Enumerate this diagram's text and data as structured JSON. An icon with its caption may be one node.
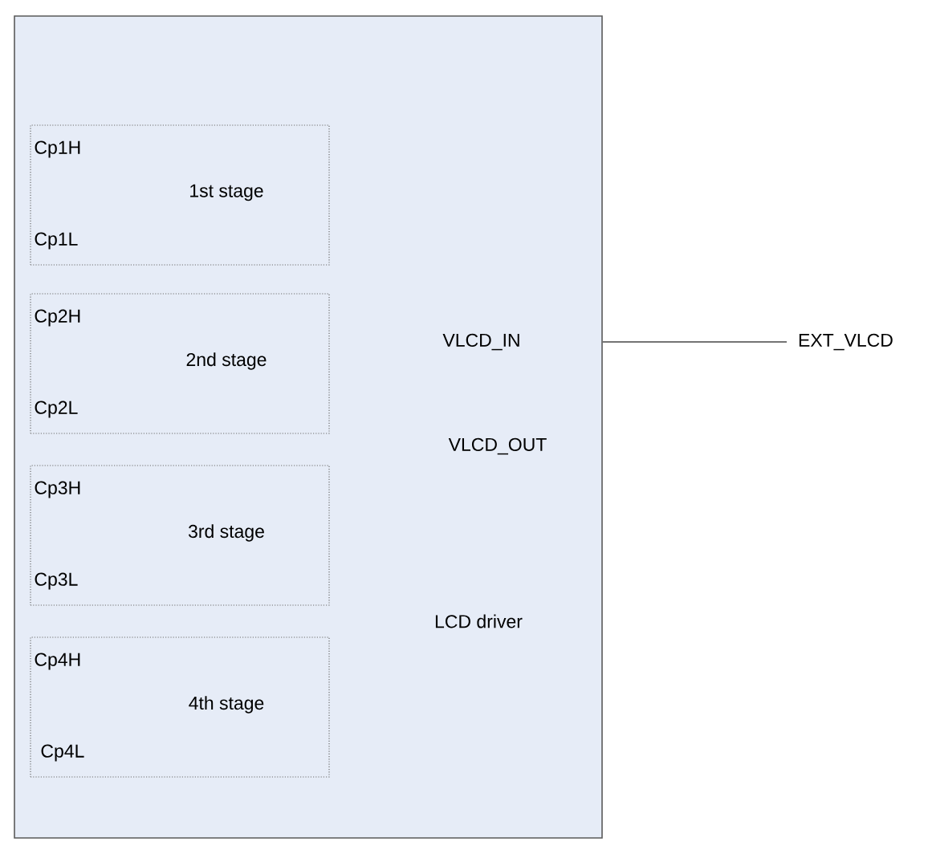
{
  "diagram": {
    "nodes": [
      {
        "text": [
          "VLCD_IN",
          "VLCD_OUT",
          "LCD driver"
        ]
      },
      {
        "text": [
          "Cp1H",
          "1st stage",
          "Cp1L"
        ],
        "in": 0
      },
      {
        "text": [
          "Cp2H",
          "2nd stage",
          "Cp2L"
        ],
        "in": 0
      },
      {
        "text": [
          "Cp3H",
          "3rd stage",
          "Cp3L"
        ],
        "in": 0
      },
      {
        "text": [
          "Cp4H",
          "4th stage",
          "Cp4L"
        ],
        "in": 0
      },
      {
        "text": [
          "EXT_VLCD"
        ]
      }
    ],
    "edges": [
      {
        "from": 0,
        "to": 5,
        "arrow": "none"
      }
    ]
  }
}
